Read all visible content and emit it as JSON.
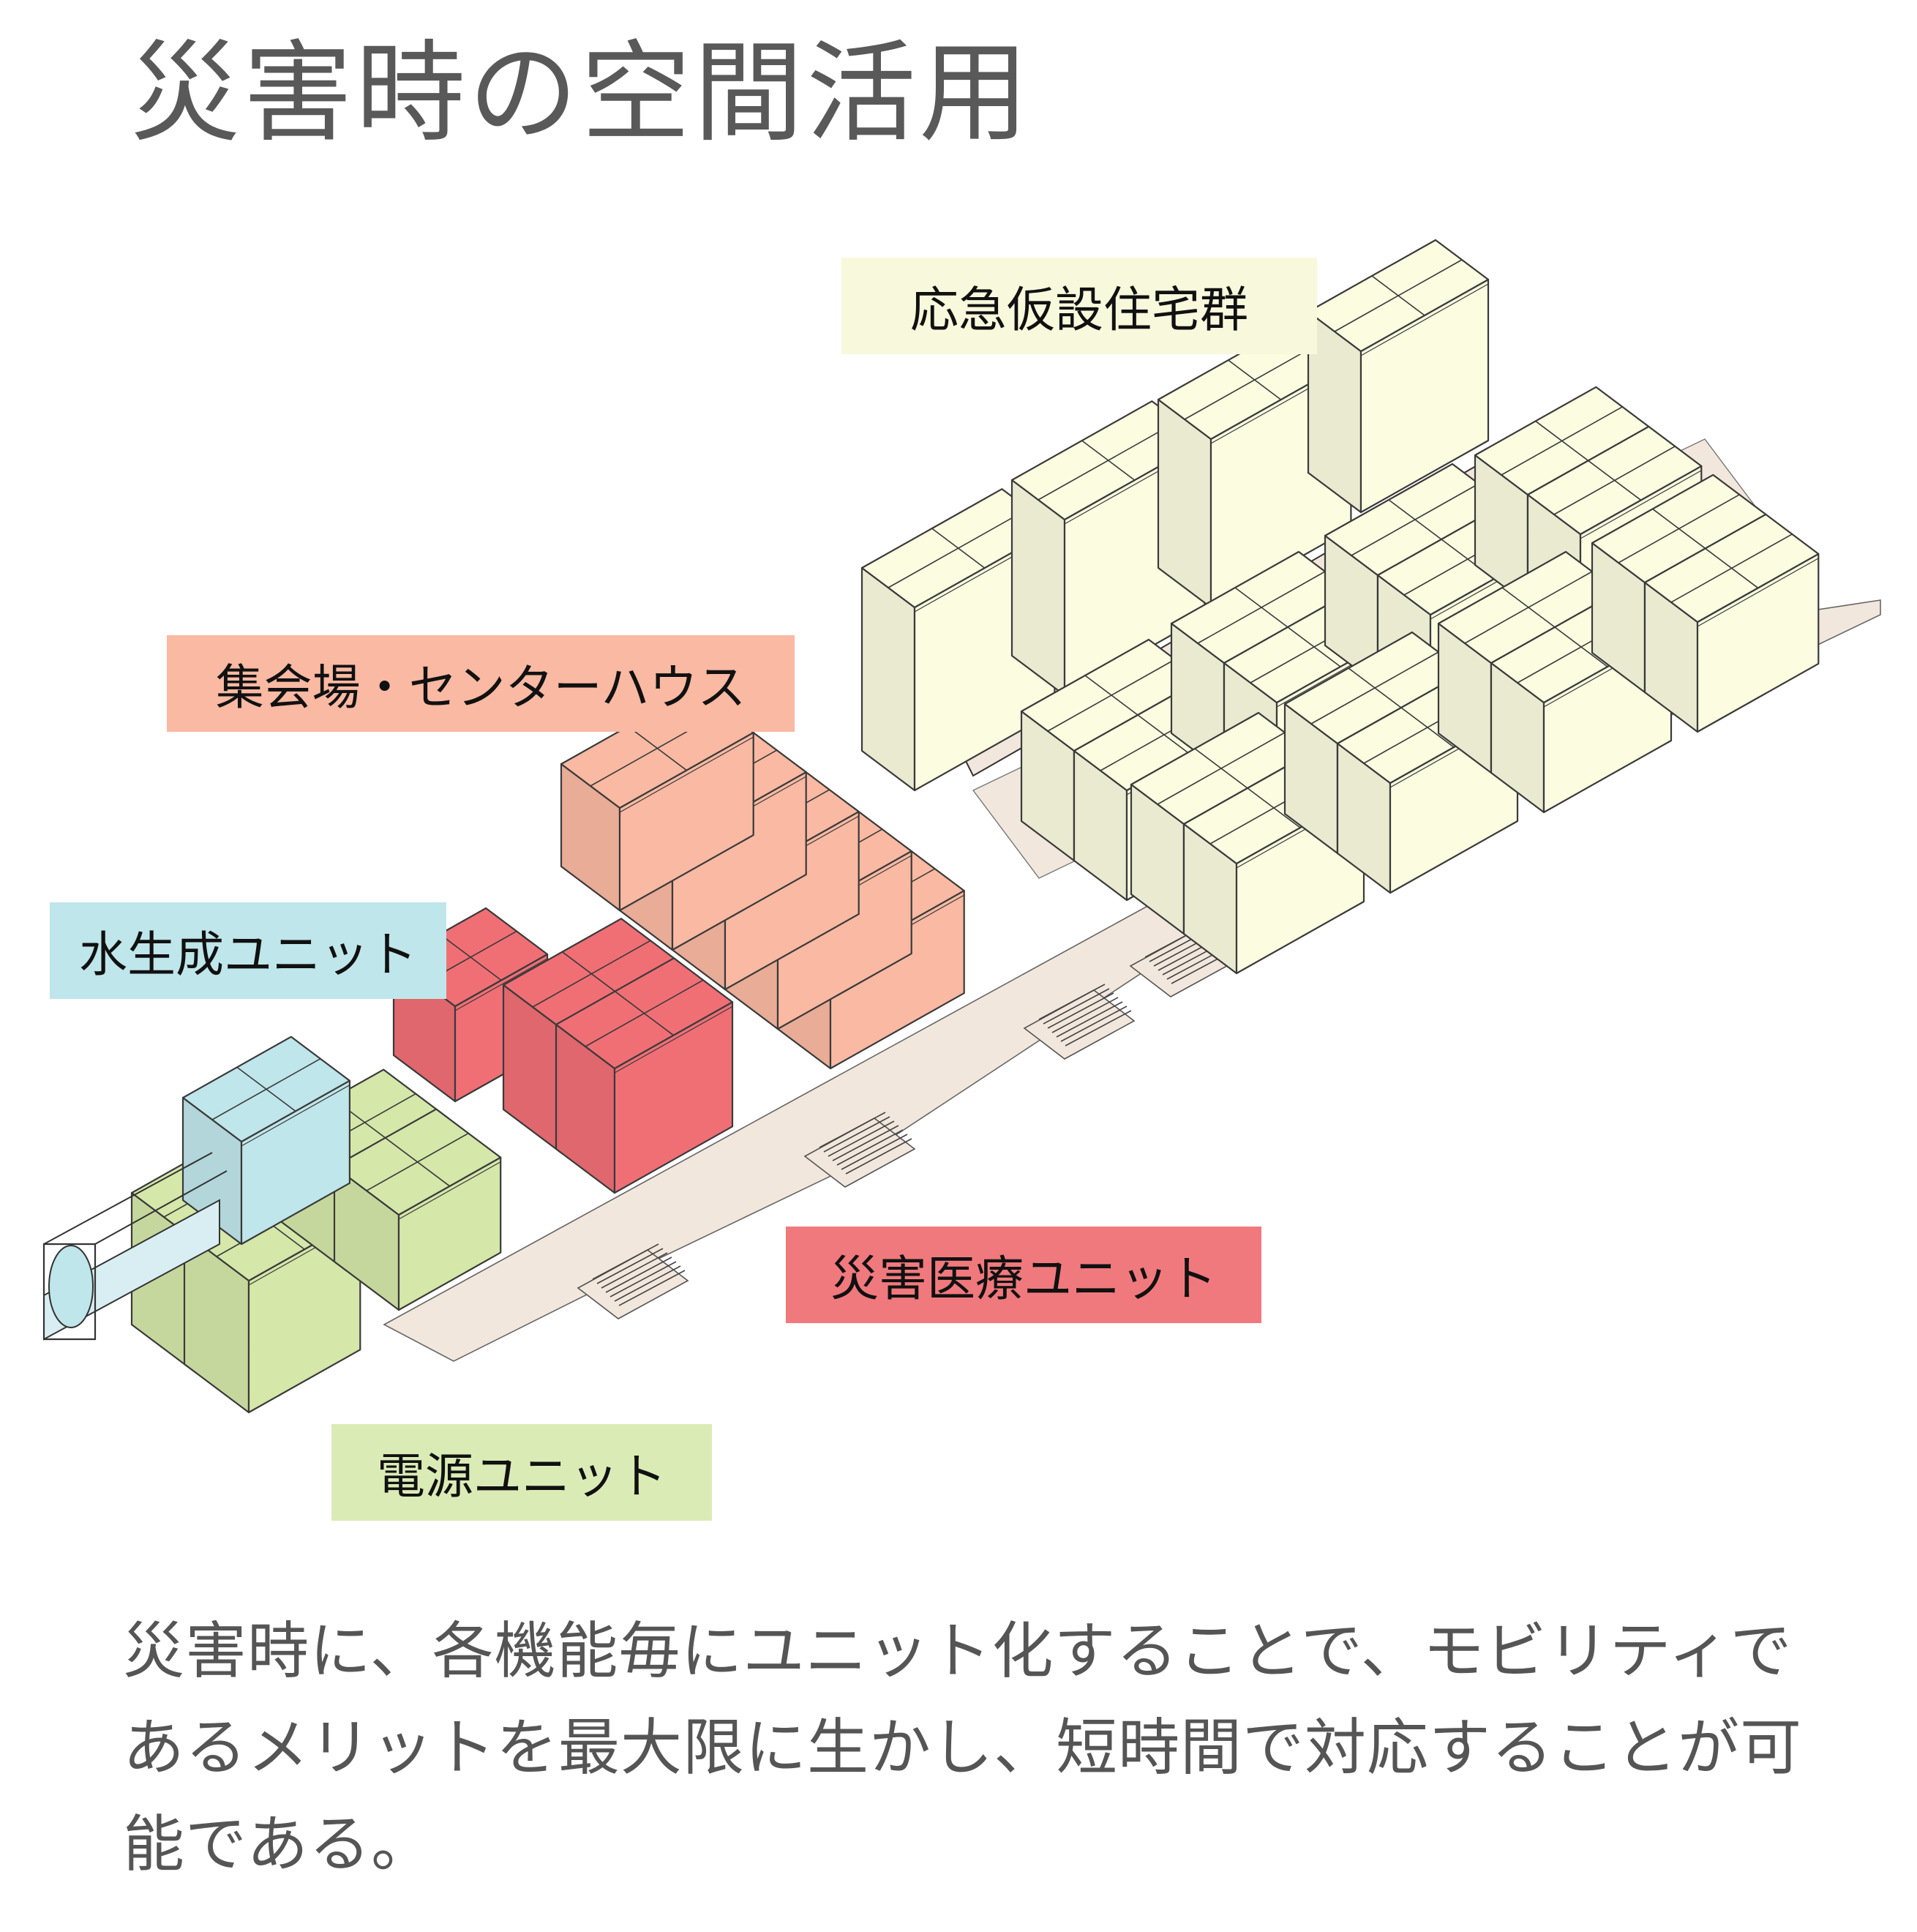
{
  "title": "災害時の空間活用",
  "labels": {
    "housing": "応急仮設住宅群",
    "hall": "集会場・センターハウス",
    "water": "水生成ユニット",
    "medical": "災害医療ユニット",
    "power": "電源ユニット"
  },
  "caption": "災害時に、各機能毎にユニット化することで、モビリティであるメリットを最大限に生かし、短時間で対応することが可能である。",
  "colors": {
    "housing": "#fbfce0",
    "housing_label": "#f8f8dc",
    "hall": "#f9b9a2",
    "medical": "#f06f75",
    "medical_label": "#f0797d",
    "water": "#bfe6ea",
    "power": "#d5e7a9",
    "power_label": "#dbebb6",
    "deck": "#f2e7dc"
  }
}
